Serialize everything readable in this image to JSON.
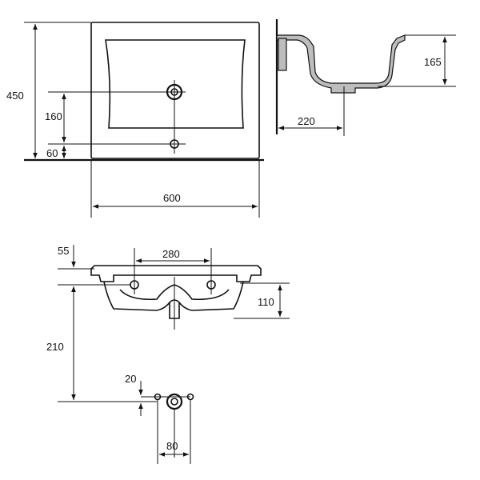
{
  "drawing": {
    "top_view": {
      "overall_height": "450",
      "faucet_to_drain": "160",
      "drain_from_wall": "60",
      "overall_width": "600"
    },
    "side_view": {
      "depth": "165",
      "drain_offset": "220"
    },
    "front_view": {
      "rim_height": "55",
      "hole_spacing": "280",
      "bowl_depth": "110",
      "drain_height": "210",
      "fixing_vertical": "20",
      "fixing_spacing": "80"
    }
  }
}
